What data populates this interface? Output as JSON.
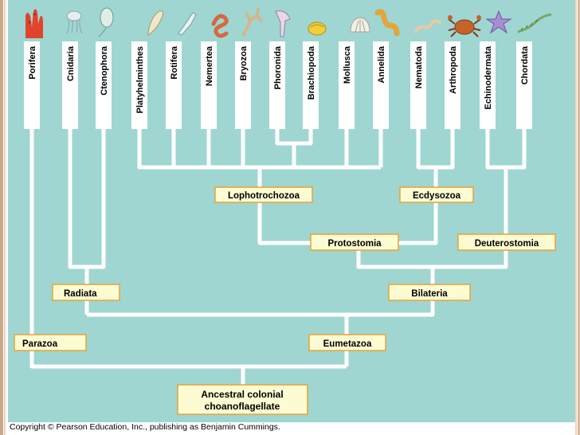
{
  "taxa": [
    "Porifera",
    "Cnidaria",
    "Ctenophora",
    "Platyhelminthes",
    "Rotifera",
    "Nemertea",
    "Bryozoa",
    "Phoronida",
    "Brachiopoda",
    "Mollusca",
    "Annelida",
    "Nematoda",
    "Arthropoda",
    "Echinodermata",
    "Chordata"
  ],
  "clades": {
    "lophotrochozoa": "Lophotrochozoa",
    "ecdysozoa": "Ecdysozoa",
    "protostomia": "Protostomia",
    "deuterostomia": "Deuterostomia",
    "radiata": "Radiata",
    "bilateria": "Bilateria",
    "parazoa": "Parazoa",
    "eumetazoa": "Eumetazoa"
  },
  "root": {
    "line1": "Ancestral colonial",
    "line2": "choanoflagellate"
  },
  "copyright": "Copyright © Pearson Education, Inc., publishing as Benjamin Cummings.",
  "colors": {
    "background": "#9fd6d2",
    "label_box": "#fdfbd2",
    "label_border": "#e8a234",
    "branch": "#ffffff"
  },
  "organism_icons": [
    "sponge-icon",
    "jellyfish-icon",
    "comb-jelly-icon",
    "flatworm-icon",
    "rotifer-icon",
    "ribbon-worm-icon",
    "bryozoan-icon",
    "phoronid-icon",
    "brachiopod-icon",
    "clam-icon",
    "earthworm-icon",
    "roundworm-icon",
    "crab-icon",
    "sea-star-icon",
    "lancelet-icon"
  ]
}
